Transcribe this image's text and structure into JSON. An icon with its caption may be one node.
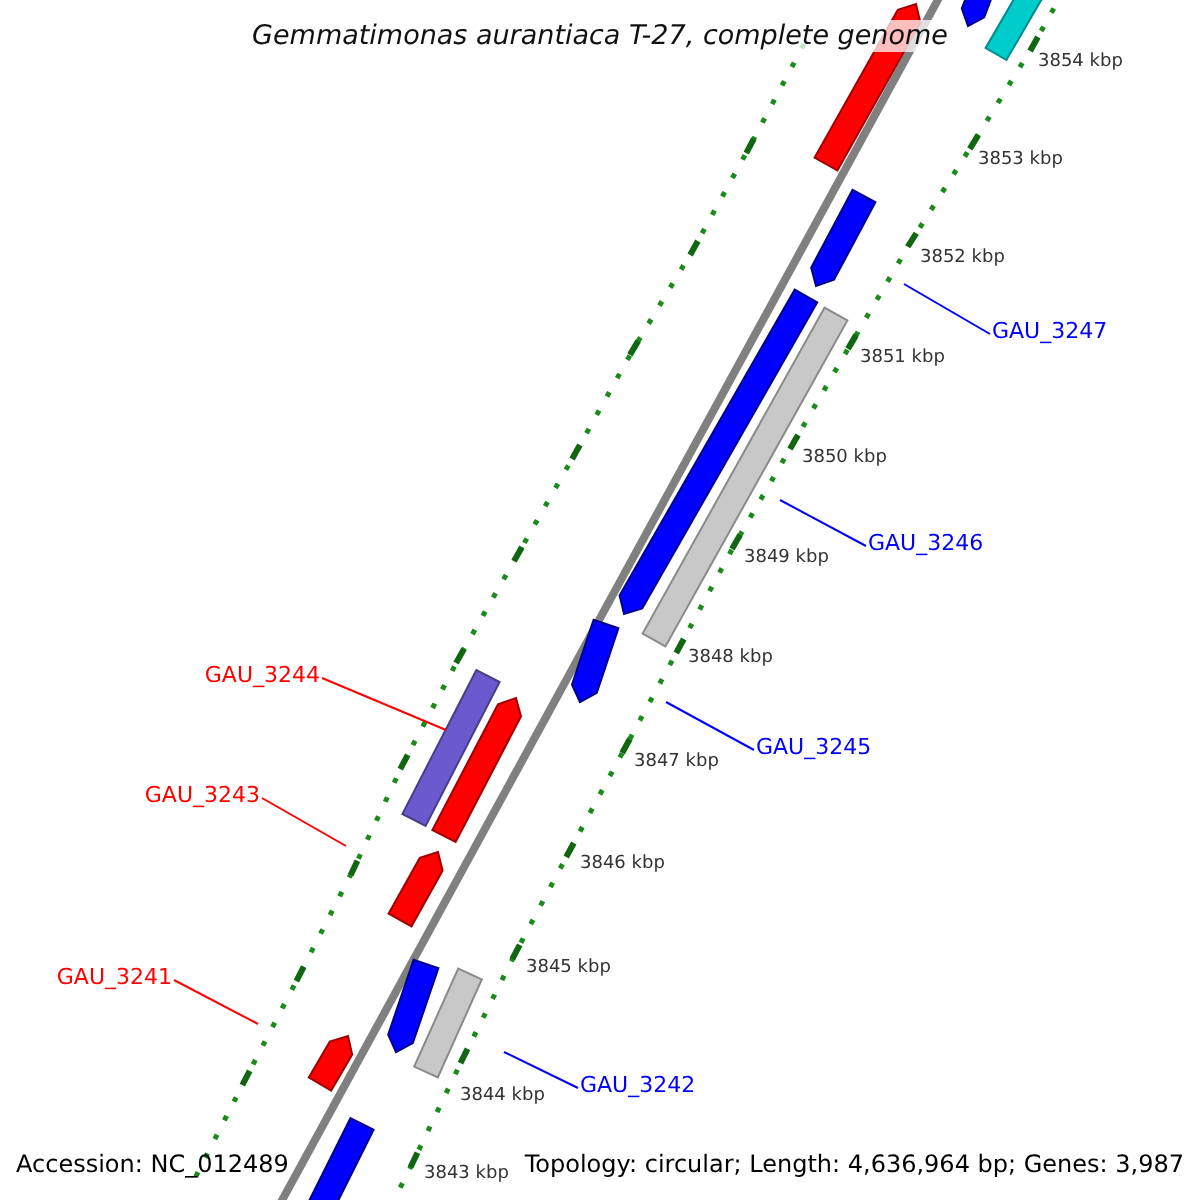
{
  "diagram": {
    "title": "Gemmatimonas aurantiaca T-27, complete genome",
    "nodes": [
      {
        "text": [
          "GAU_3247"
        ]
      },
      {
        "text": [
          "GAU_3246"
        ]
      },
      {
        "text": [
          "GAU_3244"
        ]
      },
      {
        "text": [
          "GAU_3245"
        ]
      },
      {
        "text": [
          "GAU_3243"
        ]
      },
      {
        "text": [
          "GAU_3241"
        ]
      },
      {
        "text": [
          "GAU_3242"
        ]
      },
      {
        "text": [],
        "shape": "bar"
      }
    ],
    "edges": [
      {
        "from": 0,
        "to": null,
        "arrow": "none",
        "color": "#0000ff"
      },
      {
        "from": 1,
        "to": null,
        "arrow": "none",
        "color": "#0000ff"
      },
      {
        "from": 2,
        "to": 7,
        "arrow": "none",
        "color": "#ff0000"
      },
      {
        "from": 3,
        "to": null,
        "arrow": "none",
        "color": "#0000ff"
      },
      {
        "from": 4,
        "to": null,
        "arrow": "none",
        "color": "#ff0000"
      },
      {
        "from": 5,
        "to": null,
        "arrow": "none",
        "color": "#ff0000"
      },
      {
        "from": 6,
        "to": null,
        "arrow": "none",
        "color": "#0000ff"
      }
    ],
    "labels": [
      "3854 kbp",
      "3853 kbp",
      "3852 kbp",
      "3851 kbp",
      "3850 kbp",
      "3849 kbp",
      "3848 kbp",
      "3847 kbp",
      "3846 kbp",
      "3845 kbp",
      "3844 kbp",
      "3843 kbp",
      "Accession: NC_012489",
      "Topology: circular; Length: 4,636,964 bp; Genes: 3,987"
    ]
  }
}
